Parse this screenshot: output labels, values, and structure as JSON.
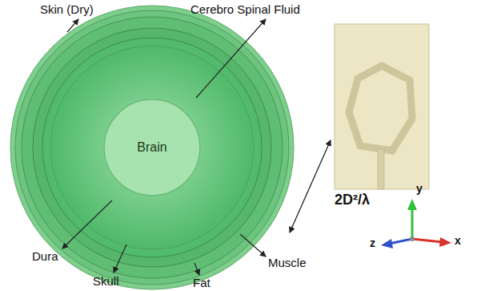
{
  "diagram": {
    "nodes": [
      {
        "text": [
          "Brain"
        ]
      }
    ],
    "labels": [
      "Skin (Dry)",
      "Cerebro Spinal Fluid",
      "Dura",
      "Skull",
      "Fat",
      "Muscle",
      "2D²/λ",
      "y",
      "z",
      "x"
    ]
  }
}
